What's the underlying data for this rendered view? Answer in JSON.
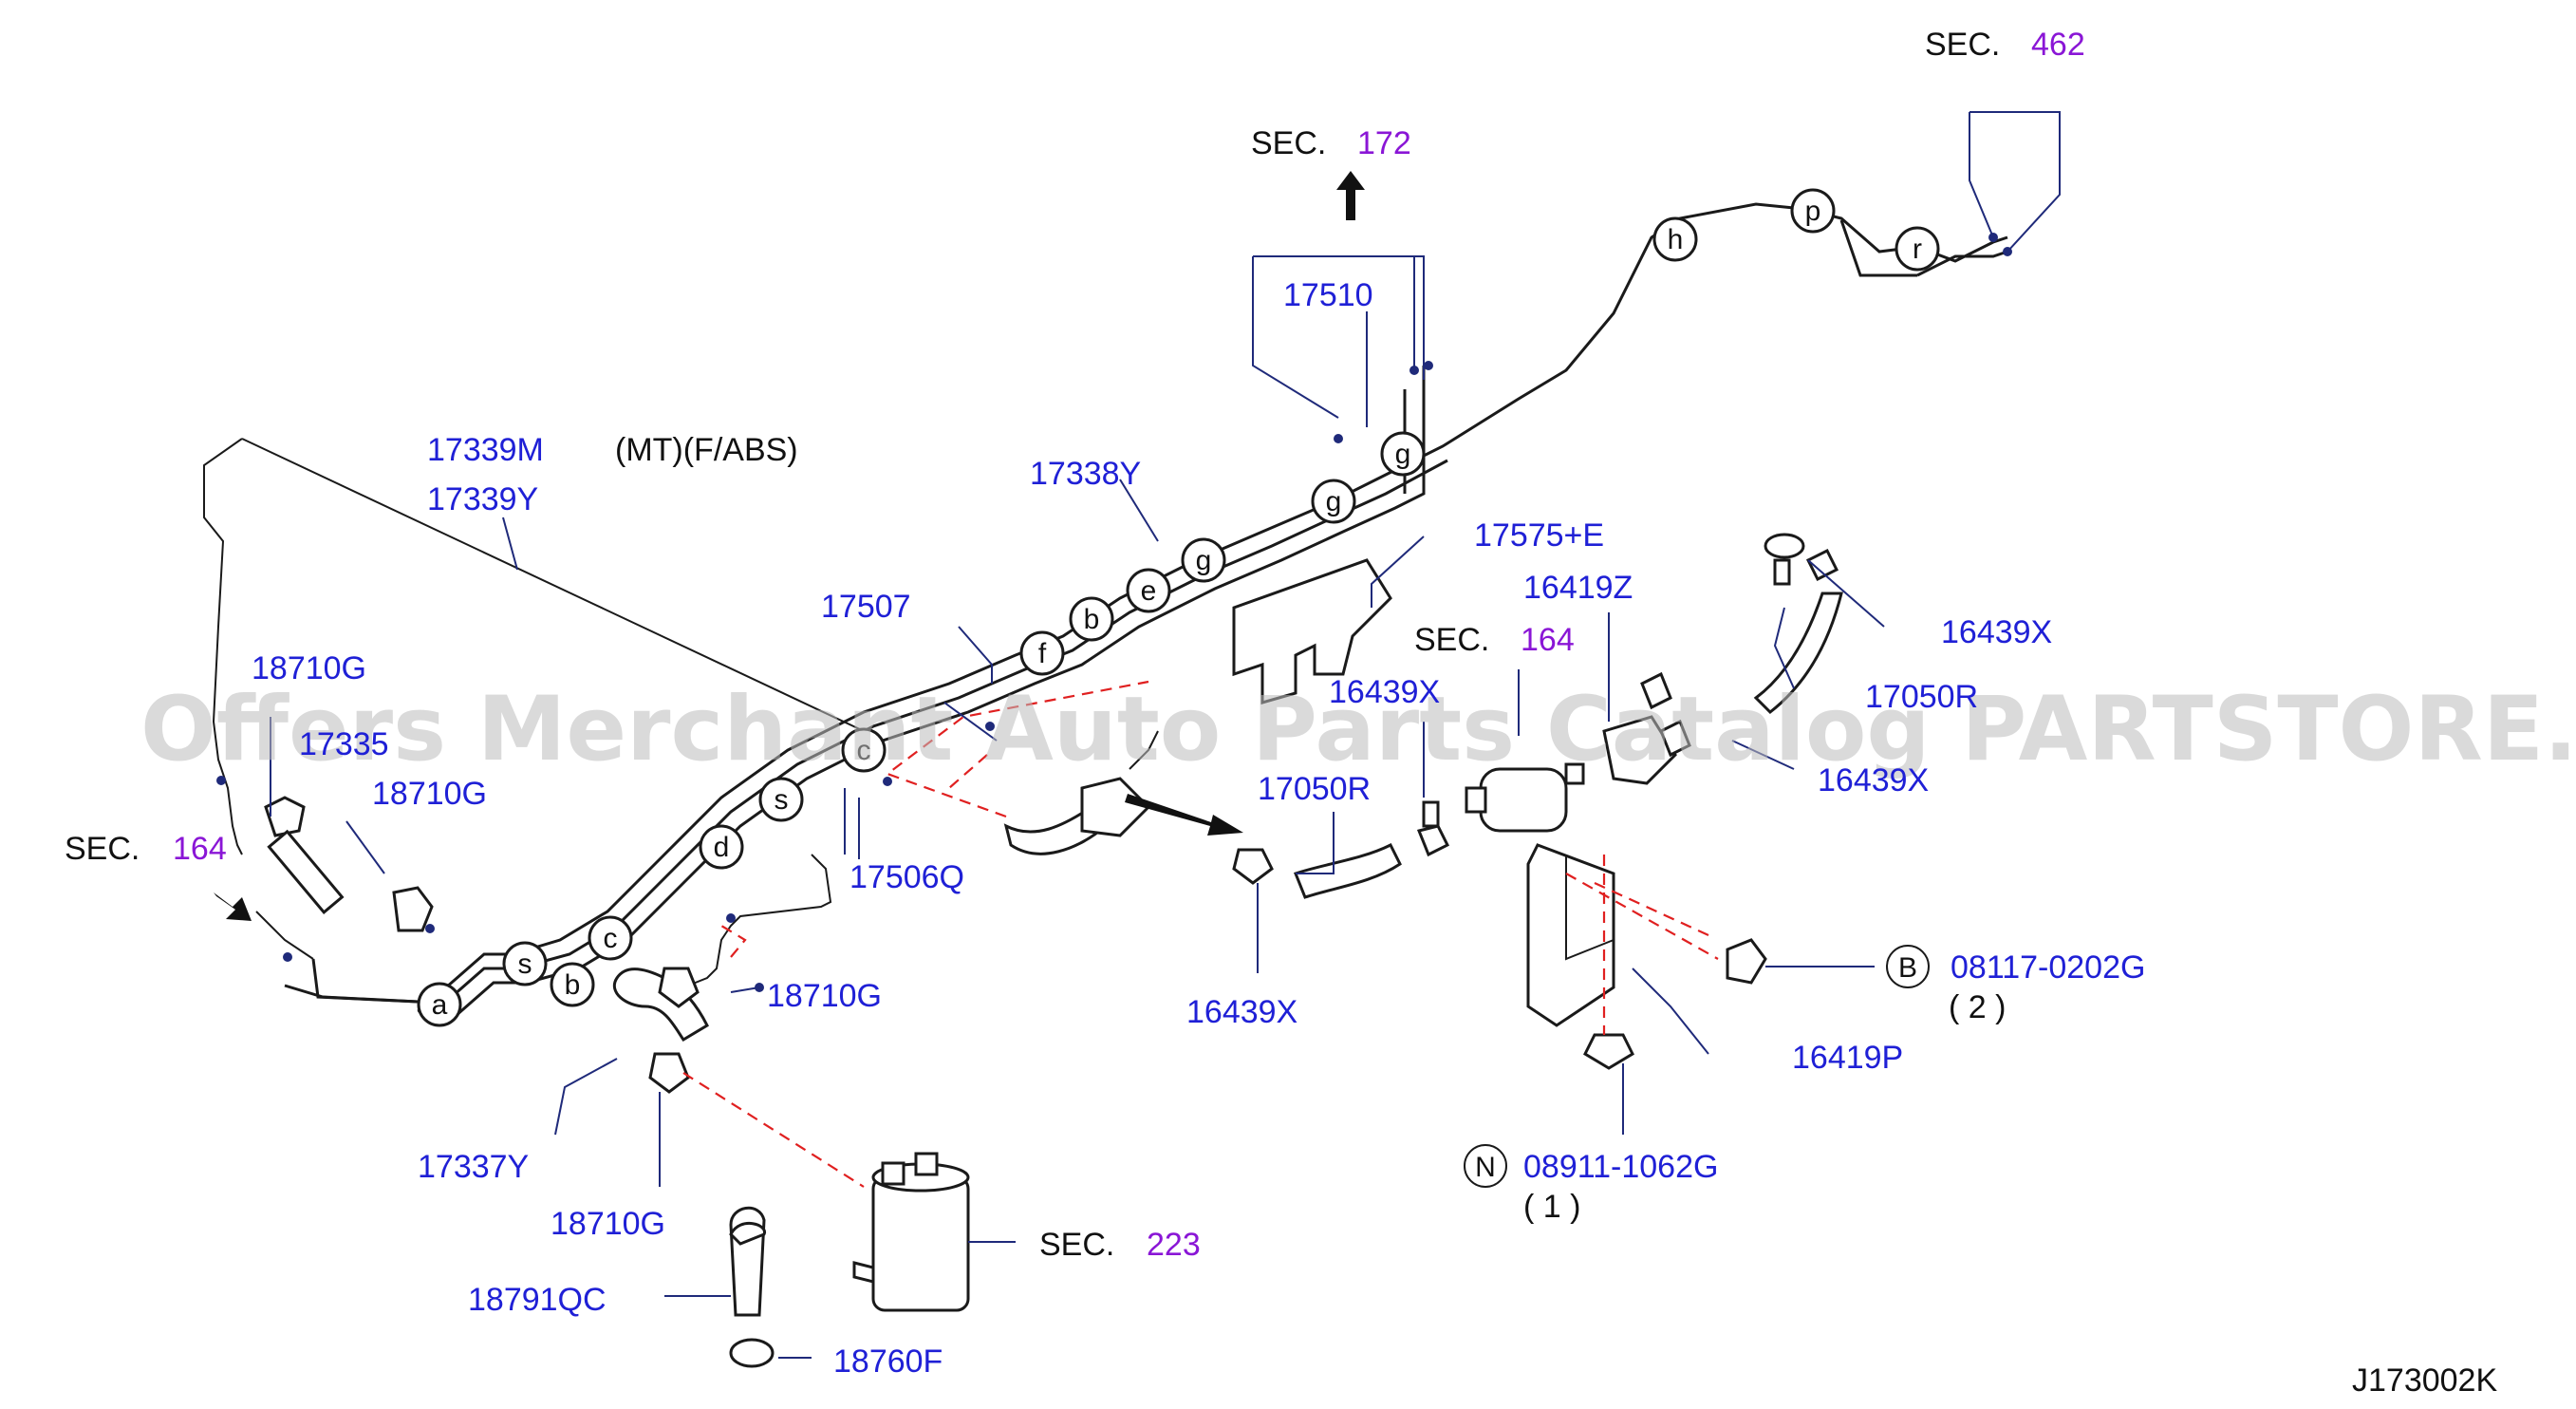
{
  "diagram": {
    "code": "J173002K",
    "note": "(MT)(F/ABS)",
    "sec_prefix": "SEC.",
    "sections": {
      "sec_462": "462",
      "sec_172": "172",
      "sec_164_left": "164",
      "sec_164_mid": "164",
      "sec_223": "223"
    },
    "parts": {
      "p17339M": "17339M",
      "p17339Y": "17339Y",
      "p17510": "17510",
      "p17338Y": "17338Y",
      "p17575E": "17575+E",
      "p16419Z": "16419Z",
      "p16439X_a": "16439X",
      "p16439X_b": "16439X",
      "p16439X_c": "16439X",
      "p16439X_d": "16439X",
      "p17507": "17507",
      "p18710G_a": "18710G",
      "p18710G_b": "18710G",
      "p18710G_c": "18710G",
      "p18710G_d": "18710G",
      "p17335": "17335",
      "p17050R_a": "17050R",
      "p17050R_b": "17050R",
      "p17506Q": "17506Q",
      "p08117": "08117-0202G",
      "qty2": "( 2 )",
      "p16419P": "16419P",
      "p17337Y": "17337Y",
      "p08911": "08911-1062G",
      "qty1": "( 1 )",
      "p18791QC": "18791QC",
      "p18760F": "18760F"
    },
    "markers": {
      "B": "B",
      "N": "N"
    },
    "callouts": [
      "h",
      "p",
      "r",
      "g",
      "g",
      "g",
      "e",
      "b",
      "f",
      "c",
      "s",
      "d",
      "c",
      "s",
      "b",
      "a"
    ]
  },
  "watermark": "Offers Merchant Auto Parts Catalog PARTSTORE.SA",
  "colors": {
    "part_number": "#1f20d6",
    "section_ref": "#8a16d6",
    "hidden_line": "#e02020"
  }
}
